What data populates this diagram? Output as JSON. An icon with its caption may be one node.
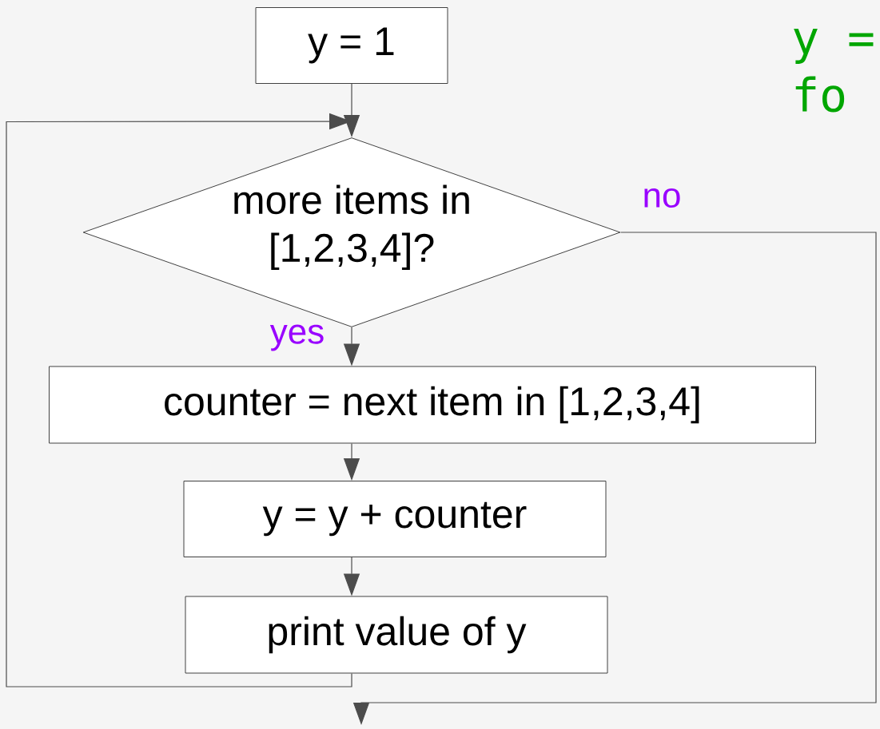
{
  "diagram": {
    "nodes": [
      {
        "text": [
          "y = 1"
        ]
      },
      {
        "text": [
          "more items in [1,2,3,4]?"
        ]
      },
      {
        "text": [
          "counter = next item in [1,2,3,4]"
        ]
      },
      {
        "text": [
          "y = y + counter"
        ]
      },
      {
        "text": [
          "print value of y"
        ]
      }
    ],
    "edges": [
      {
        "from": 0,
        "to": 1,
        "arrow": "to"
      },
      {
        "from": 4,
        "to": 1,
        "arrow": "to"
      },
      {
        "from": 1,
        "to": 2,
        "arrow": "to",
        "label": "yes"
      },
      {
        "from": 2,
        "to": 3,
        "arrow": "to"
      },
      {
        "from": 3,
        "to": 4,
        "arrow": "to"
      },
      {
        "from": 1,
        "to": null,
        "arrow": "to",
        "label": "no"
      }
    ],
    "labels": [
      "y =",
      "fo"
    ]
  }
}
